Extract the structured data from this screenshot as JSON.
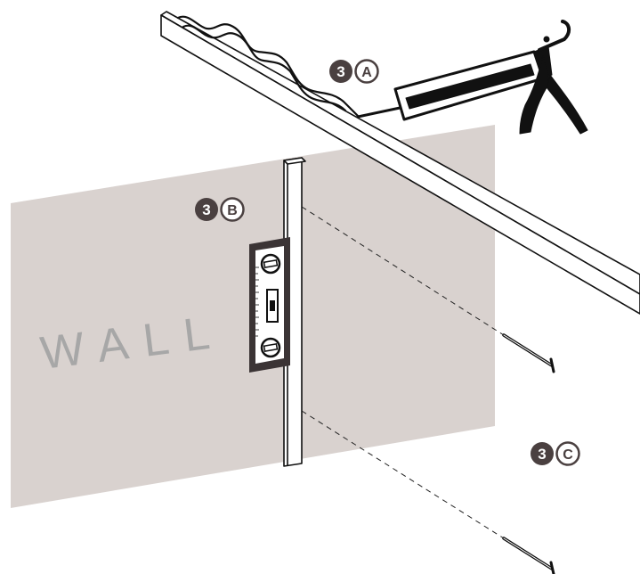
{
  "wall": {
    "label": "WALL",
    "color": "#d9d2cf",
    "text_color": "#a7a7a7"
  },
  "steps": [
    {
      "number": "3",
      "letter": "A"
    },
    {
      "number": "3",
      "letter": "B"
    },
    {
      "number": "3",
      "letter": "C"
    }
  ],
  "colors": {
    "line": "#111111",
    "badge_fill": "#4a4040",
    "level_frame": "#3b3435"
  },
  "icons": [
    "caulk-gun-icon",
    "spirit-level-icon",
    "nail-icon"
  ]
}
